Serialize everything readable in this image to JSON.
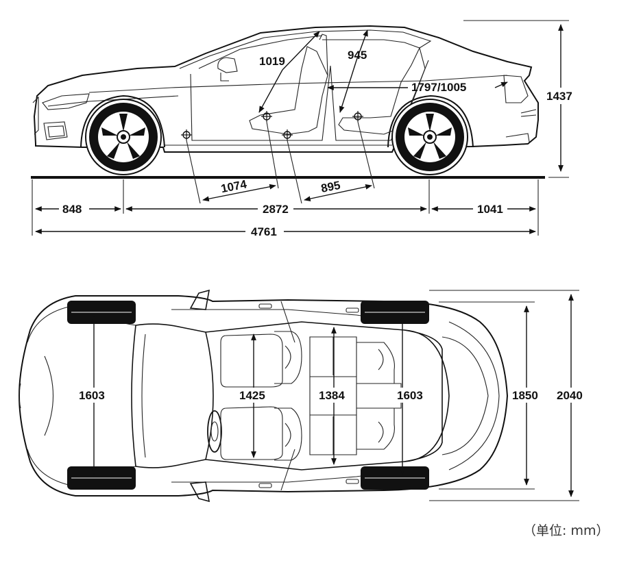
{
  "side_view": {
    "labels": {
      "headroom_front": "1019",
      "headroom_rear": "945",
      "seat_front_to_rear": "1797/1005",
      "height": "1437",
      "legroom_front": "1074",
      "legroom_rear": "895",
      "front_overhang": "848",
      "wheelbase": "2872",
      "rear_overhang": "1041",
      "length": "4761"
    }
  },
  "top_view": {
    "labels": {
      "front_track": "1603",
      "shoulder_front": "1425",
      "shoulder_rear": "1384",
      "rear_track": "1603",
      "width": "1850",
      "width_with_mirrors": "2040"
    }
  },
  "unit_note": "（单位: mm）"
}
